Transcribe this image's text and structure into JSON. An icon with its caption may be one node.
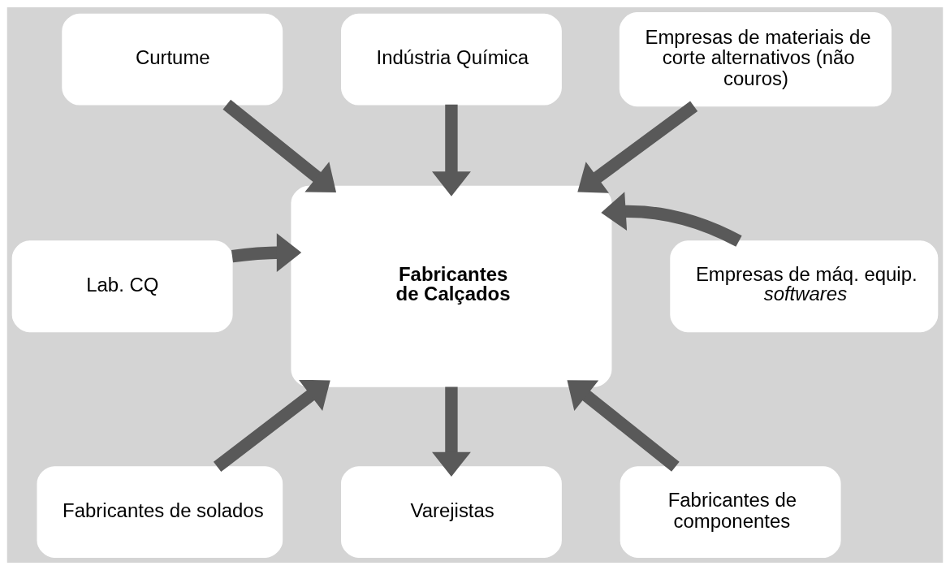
{
  "diagram": {
    "nodes": [
      {
        "text": [
          "Curtume"
        ]
      },
      {
        "text": [
          "Indústria Química"
        ]
      },
      {
        "text": [
          "Empresas de materiais de corte alternativos (não couros)"
        ]
      },
      {
        "text": [
          "Lab. CQ"
        ]
      },
      {
        "text": [
          "Fabricantes de Calçados"
        ]
      },
      {
        "text": [
          "Empresas de máq. equip. *softwares*"
        ]
      },
      {
        "text": [
          "Fabricantes de solados"
        ]
      },
      {
        "text": [
          "Fabricantes de componentes"
        ]
      },
      {
        "text": [
          "Varejistas"
        ]
      }
    ],
    "edges": [
      {
        "from": 0,
        "to": 4,
        "arrow": "to"
      },
      {
        "from": 1,
        "to": 4,
        "arrow": "to"
      },
      {
        "from": 2,
        "to": 4,
        "arrow": "to"
      },
      {
        "from": 3,
        "to": 4,
        "arrow": "to"
      },
      {
        "from": 5,
        "to": 4,
        "arrow": "to"
      },
      {
        "from": 6,
        "to": 4,
        "arrow": "to"
      },
      {
        "from": 7,
        "to": 4,
        "arrow": "to"
      },
      {
        "from": 4,
        "to": 8,
        "arrow": "to"
      }
    ]
  }
}
